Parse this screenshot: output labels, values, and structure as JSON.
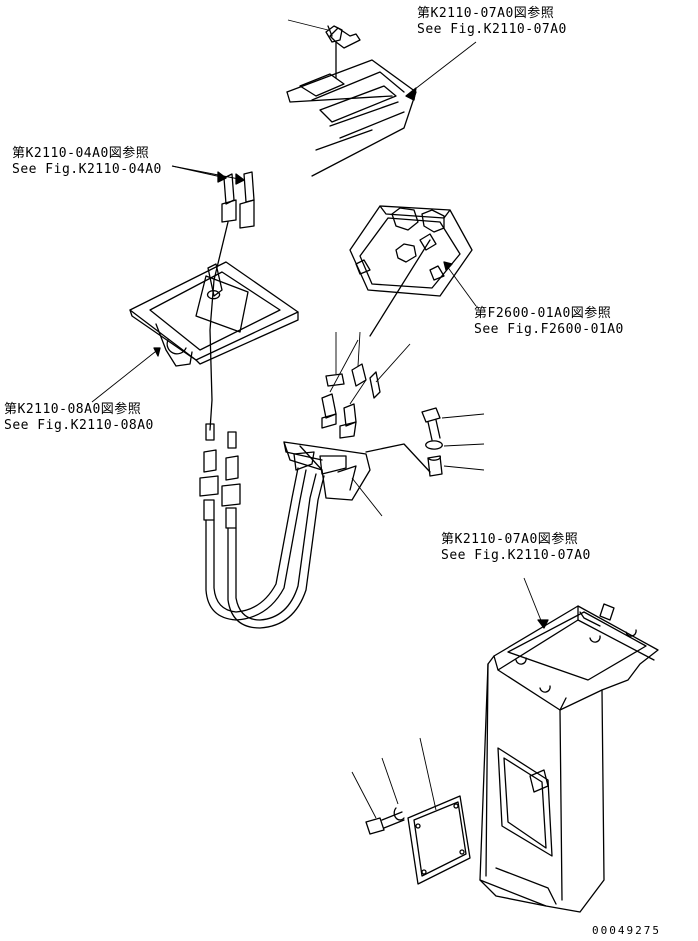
{
  "callouts": [
    {
      "jp": "第K2110-07A0図参照",
      "en": "See Fig.K2110-07A0"
    },
    {
      "jp": "第K2110-04A0図参照",
      "en": "See Fig.K2110-04A0"
    },
    {
      "jp": "第F2600-01A0図参照",
      "en": "See Fig.F2600-01A0"
    },
    {
      "jp": "第K2110-08A0図参照",
      "en": "See Fig.K2110-08A0"
    },
    {
      "jp": "第K2110-07A0図参照",
      "en": "See Fig.K2110-07A0"
    }
  ],
  "document_number": "00049275"
}
